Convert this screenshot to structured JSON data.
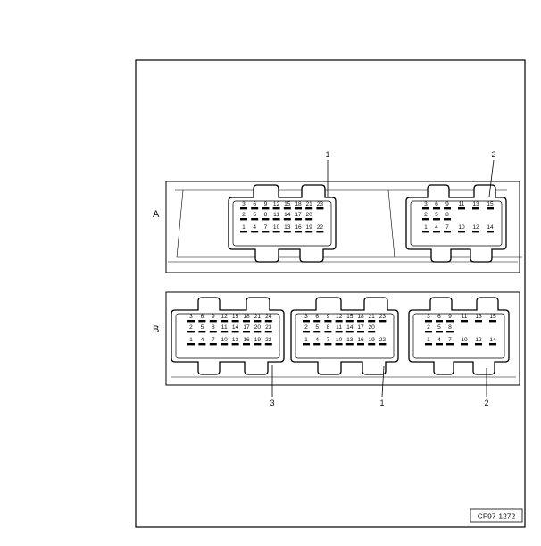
{
  "figure_code": "CF97-1272",
  "rows": [
    {
      "label": "A",
      "connectors": [
        {
          "type": "c23",
          "callout": "1",
          "pins": [
            "3",
            "6",
            "9",
            "12",
            "15",
            "18",
            "21",
            "23",
            "2",
            "5",
            "8",
            "11",
            "14",
            "17",
            "20",
            "1",
            "4",
            "7",
            "10",
            "13",
            "16",
            "19",
            "22"
          ]
        },
        {
          "type": "c15",
          "callout": "2",
          "pins": [
            "3",
            "6",
            "9",
            "11",
            "13",
            "15",
            "2",
            "5",
            "8",
            "1",
            "4",
            "7",
            "10",
            "12",
            "14"
          ]
        }
      ]
    },
    {
      "label": "B",
      "connectors": [
        {
          "type": "c24",
          "callout": "3",
          "pins": [
            "3",
            "6",
            "9",
            "12",
            "15",
            "18",
            "21",
            "24",
            "2",
            "5",
            "8",
            "11",
            "14",
            "17",
            "20",
            "23",
            "1",
            "4",
            "7",
            "10",
            "13",
            "16",
            "19",
            "22"
          ]
        },
        {
          "type": "c23",
          "callout": "1",
          "pins": [
            "3",
            "6",
            "9",
            "12",
            "15",
            "18",
            "21",
            "23",
            "2",
            "5",
            "8",
            "11",
            "14",
            "17",
            "20",
            "1",
            "4",
            "7",
            "10",
            "13",
            "16",
            "19",
            "22"
          ]
        },
        {
          "type": "c15",
          "callout": "2",
          "pins": [
            "3",
            "6",
            "9",
            "11",
            "13",
            "15",
            "2",
            "5",
            "8",
            "1",
            "4",
            "7",
            "10",
            "12",
            "14"
          ]
        }
      ]
    }
  ]
}
